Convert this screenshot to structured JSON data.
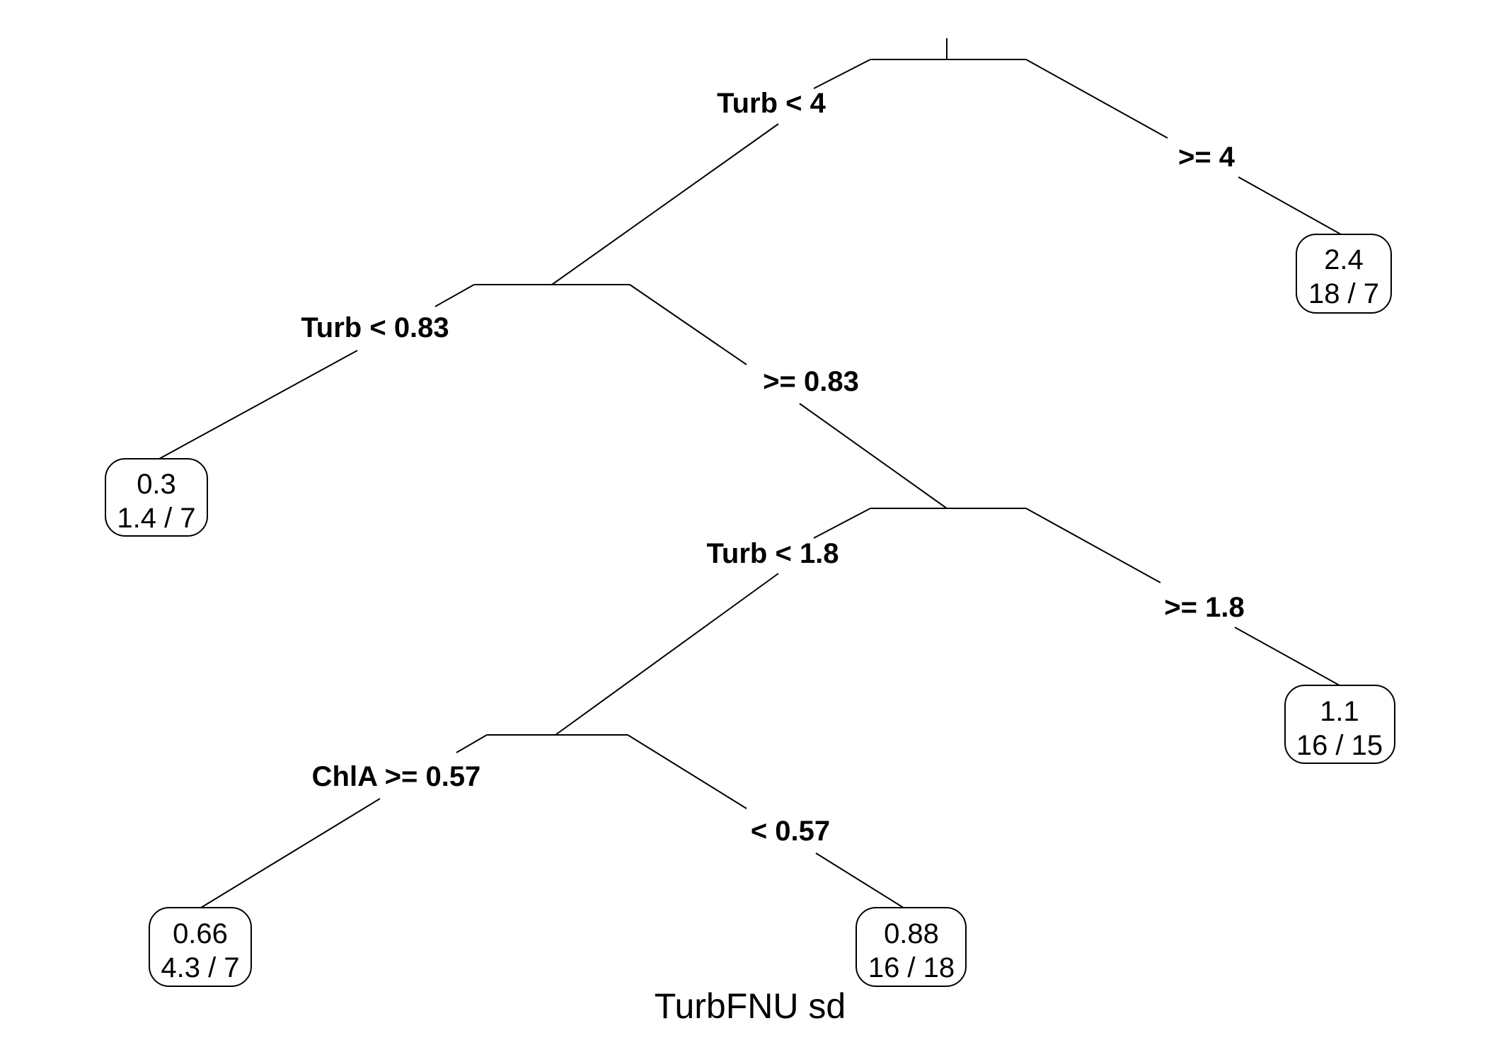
{
  "title": "TurbFNU sd",
  "splits": {
    "n1_left": "Turb < 4",
    "n1_right": ">= 4",
    "n2_left": "Turb < 0.83",
    "n2_right": ">= 0.83",
    "n3_left": "Turb < 1.8",
    "n3_right": ">= 1.8",
    "n4_left": "ChlA >= 0.57",
    "n4_right": "< 0.57"
  },
  "leaves": {
    "l1": {
      "value": "0.3",
      "counts": "1.4 / 7"
    },
    "l2": {
      "value": "0.66",
      "counts": "4.3 / 7"
    },
    "l3": {
      "value": "0.88",
      "counts": "16 / 18"
    },
    "l4": {
      "value": "1.1",
      "counts": "16 / 15"
    },
    "l5": {
      "value": "2.4",
      "counts": "18 / 7"
    }
  }
}
